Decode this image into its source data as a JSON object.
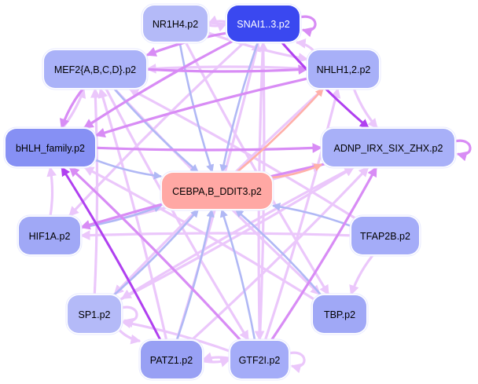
{
  "diagram": {
    "type": "network",
    "title": "",
    "colors": {
      "edge_strong": "#b040f0",
      "edge_medium": "#d88cf5",
      "edge_light": "#ebc7fb",
      "edge_blue": "#b0b8f5",
      "edge_salmon": "#ffb0a8",
      "node_outline": "#e8eaff"
    },
    "nodes": [
      {
        "id": "NR1H4",
        "label": "NR1H4.p2",
        "fill": "#b4baf8",
        "text": "#000000"
      },
      {
        "id": "SNAI",
        "label": "SNAI1..3.p2",
        "fill": "#3a48f0",
        "text": "#ffffff"
      },
      {
        "id": "MEF2",
        "label": "MEF2{A,B,C,D}.p2",
        "fill": "#aab2f8",
        "text": "#000000"
      },
      {
        "id": "NHLH",
        "label": "NHLH1,2.p2",
        "fill": "#a8b0f8",
        "text": "#000000"
      },
      {
        "id": "bHLH",
        "label": "bHLH_family.p2",
        "fill": "#8690f4",
        "text": "#000000"
      },
      {
        "id": "ADNP",
        "label": "ADNP_IRX_SIX_ZHX.p2",
        "fill": "#a8b0f8",
        "text": "#000000"
      },
      {
        "id": "CEBPA",
        "label": "CEBPA,B_DDIT3.p2",
        "fill": "#ffa8a4",
        "text": "#000000"
      },
      {
        "id": "HIF1A",
        "label": "HIF1A.p2",
        "fill": "#a0a8f6",
        "text": "#000000"
      },
      {
        "id": "TFAP2B",
        "label": "TFAP2B.p2",
        "fill": "#a4acf8",
        "text": "#000000"
      },
      {
        "id": "SP1",
        "label": "SP1.p2",
        "fill": "#b4baf8",
        "text": "#000000"
      },
      {
        "id": "TBP",
        "label": "TBP.p2",
        "fill": "#a0a8f6",
        "text": "#000000"
      },
      {
        "id": "PATZ1",
        "label": "PATZ1.p2",
        "fill": "#98a0f4",
        "text": "#000000"
      },
      {
        "id": "GTF2I",
        "label": "GTF2I.p2",
        "fill": "#a4acf8",
        "text": "#000000"
      }
    ],
    "edges": [
      {
        "from": "SNAI",
        "to": "SNAI",
        "style": "medium"
      },
      {
        "from": "ADNP",
        "to": "ADNP",
        "style": "medium"
      },
      {
        "from": "GTF2I",
        "to": "GTF2I",
        "style": "light"
      },
      {
        "from": "SP1",
        "to": "SP1",
        "style": "light"
      },
      {
        "from": "NR1H4",
        "to": "SNAI",
        "style": "light"
      },
      {
        "from": "SNAI",
        "to": "NR1H4",
        "style": "light"
      },
      {
        "from": "SNAI",
        "to": "ADNP",
        "style": "strong"
      },
      {
        "from": "SNAI",
        "to": "CEBPA",
        "style": "blue"
      },
      {
        "from": "SNAI",
        "to": "MEF2",
        "style": "medium"
      },
      {
        "from": "SNAI",
        "to": "bHLH",
        "style": "medium"
      },
      {
        "from": "NHLH",
        "to": "SNAI",
        "style": "light"
      },
      {
        "from": "NR1H4",
        "to": "CEBPA",
        "style": "blue"
      },
      {
        "from": "NR1H4",
        "to": "NHLH",
        "style": "light"
      },
      {
        "from": "NR1H4",
        "to": "TBP",
        "style": "light"
      },
      {
        "from": "MEF2",
        "to": "NHLH",
        "style": "medium"
      },
      {
        "from": "NHLH",
        "to": "MEF2",
        "style": "light"
      },
      {
        "from": "MEF2",
        "to": "CEBPA",
        "style": "blue"
      },
      {
        "from": "MEF2",
        "to": "bHLH",
        "style": "medium"
      },
      {
        "from": "bHLH",
        "to": "MEF2",
        "style": "light"
      },
      {
        "from": "NHLH",
        "to": "ADNP",
        "style": "light"
      },
      {
        "from": "NHLH",
        "to": "bHLH",
        "style": "medium"
      },
      {
        "from": "bHLH",
        "to": "ADNP",
        "style": "medium"
      },
      {
        "from": "bHLH",
        "to": "CEBPA",
        "style": "blue"
      },
      {
        "from": "CEBPA",
        "to": "NHLH",
        "style": "salmon"
      },
      {
        "from": "CEBPA",
        "to": "ADNP",
        "style": "salmon"
      },
      {
        "from": "HIF1A",
        "to": "bHLH",
        "style": "light"
      },
      {
        "from": "HIF1A",
        "to": "CEBPA",
        "style": "blue"
      },
      {
        "from": "HIF1A",
        "to": "ADNP",
        "style": "light"
      },
      {
        "from": "TFAP2B",
        "to": "CEBPA",
        "style": "blue"
      },
      {
        "from": "TFAP2B",
        "to": "TBP",
        "style": "light"
      },
      {
        "from": "TFAP2B",
        "to": "MEF2",
        "style": "light"
      },
      {
        "from": "TFAP2B",
        "to": "HIF1A",
        "style": "light"
      },
      {
        "from": "SP1",
        "to": "CEBPA",
        "style": "blue"
      },
      {
        "from": "SP1",
        "to": "MEF2",
        "style": "light"
      },
      {
        "from": "SP1",
        "to": "ADNP",
        "style": "light"
      },
      {
        "from": "SP1",
        "to": "PATZ1",
        "style": "light"
      },
      {
        "from": "PATZ1",
        "to": "bHLH",
        "style": "strong"
      },
      {
        "from": "PATZ1",
        "to": "CEBPA",
        "style": "blue"
      },
      {
        "from": "PATZ1",
        "to": "GTF2I",
        "style": "light"
      },
      {
        "from": "GTF2I",
        "to": "PATZ1",
        "style": "light"
      },
      {
        "from": "PATZ1",
        "to": "MEF2",
        "style": "light"
      },
      {
        "from": "PATZ1",
        "to": "ADNP",
        "style": "light"
      },
      {
        "from": "PATZ1",
        "to": "SNAI",
        "style": "light"
      },
      {
        "from": "GTF2I",
        "to": "CEBPA",
        "style": "blue"
      },
      {
        "from": "GTF2I",
        "to": "bHLH",
        "style": "medium"
      },
      {
        "from": "GTF2I",
        "to": "ADNP",
        "style": "medium"
      },
      {
        "from": "GTF2I",
        "to": "NHLH",
        "style": "light"
      },
      {
        "from": "GTF2I",
        "to": "SNAI",
        "style": "light"
      },
      {
        "from": "GTF2I",
        "to": "SP1",
        "style": "light"
      },
      {
        "from": "TBP",
        "to": "CEBPA",
        "style": "blue"
      },
      {
        "from": "TBP",
        "to": "bHLH",
        "style": "light"
      },
      {
        "from": "MEF2",
        "to": "TBP",
        "style": "light"
      },
      {
        "from": "MEF2",
        "to": "GTF2I",
        "style": "light"
      },
      {
        "from": "NHLH",
        "to": "SP1",
        "style": "light"
      },
      {
        "from": "SNAI",
        "to": "GTF2I",
        "style": "light"
      },
      {
        "from": "SNAI",
        "to": "HIF1A",
        "style": "light"
      },
      {
        "from": "ADNP",
        "to": "HIF1A",
        "style": "medium"
      },
      {
        "from": "ADNP",
        "to": "SP1",
        "style": "light"
      }
    ]
  }
}
